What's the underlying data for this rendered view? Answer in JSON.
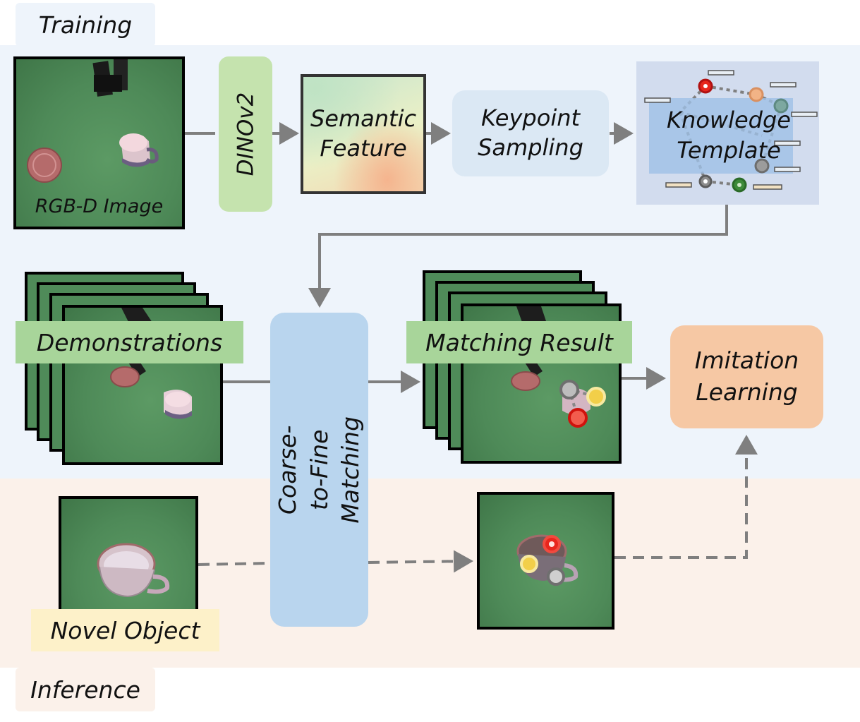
{
  "sections": {
    "training": "Training",
    "inference": "Inference"
  },
  "nodes": {
    "rgbd_image": "RGB-D Image",
    "dinov2": "DINOv2",
    "semantic_feature": "Semantic Feature",
    "keypoint_sampling": "Keypoint Sampling",
    "knowledge_template": "Knowledge Template",
    "demonstrations": "Demonstrations",
    "coarse_to_fine": "Coarse-to-Fine Matching",
    "matching_result": "Matching Result",
    "imitation_learning": "Imitation Learning",
    "novel_object": "Novel Object"
  },
  "colors": {
    "training_bg": "#eef4fb",
    "inference_bg": "#fbf1ea",
    "dino_green": "#c5e3ae",
    "label_green": "#a8d59a",
    "keypoint_blue": "#dbe8f4",
    "template_bg": "#d2dcee",
    "matching_blue": "#b9d5ee",
    "imitation_orange": "#f6c8a4",
    "novel_yellow": "#fdf1c9",
    "keypoint_red": "#e8261d",
    "keypoint_yellow": "#f2cf49",
    "keypoint_gray": "#8c8c8c",
    "keypoint_green": "#3d8b3a",
    "keypoint_peach": "#f2b386"
  }
}
